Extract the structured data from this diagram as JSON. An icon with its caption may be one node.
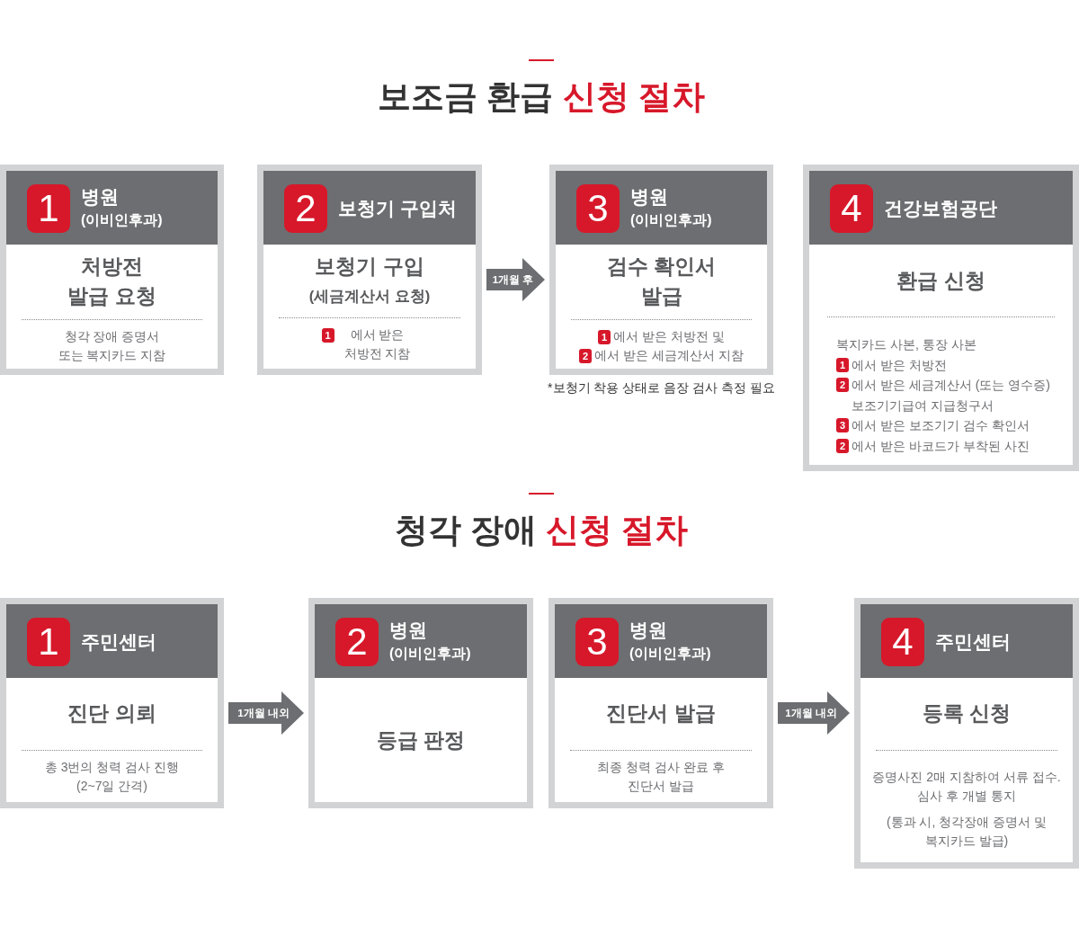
{
  "diagram": {
    "title": "보조금 환급 신청 절차",
    "nodes": [
      {
        "text": [
          "처방전 발급 요청",
          "청각 장애 증명서 또는 복지카드 지참"
        ]
      },
      {
        "text": [
          "병원",
          "(이비인후과)"
        ],
        "in": 0
      },
      {
        "text": [
          "1"
        ],
        "in": 1
      },
      {
        "text": [
          "보청기 구입",
          "(세금계산서 요청)",
          "에서 받은 처방전 지참"
        ]
      },
      {
        "text": [
          "보청기 구입처"
        ],
        "in": 3
      },
      {
        "text": [
          "2"
        ],
        "in": 4
      },
      {
        "text": [
          "1"
        ],
        "in": 3
      },
      {
        "text": [
          "검수 확인서 발급",
          "에서 받은 처방전 및",
          "에서 받은 세금계산서 지참"
        ],
        "beside": [
          "*보청기 착용 상태로 음장 검사 측정 필요"
        ]
      },
      {
        "text": [
          "병원",
          "(이비인후과)"
        ],
        "in": 7
      },
      {
        "text": [
          "3"
        ],
        "in": 8
      },
      {
        "text": [
          "1"
        ],
        "in": 7
      },
      {
        "text": [
          "2"
        ],
        "in": 7
      },
      {
        "text": [
          "환급 신청",
          "복지카드 사본, 통장 사본",
          "에서 받은 처방전",
          "에서 받은 세금계산서 (또는 영수증)",
          "보조기기급여 지급청구서",
          "에서 받은 보조기기 검수 확인서",
          "에서 받은 바코드가 부착된 사진"
        ]
      },
      {
        "text": [
          "건강보험공단"
        ],
        "in": 12
      },
      {
        "text": [
          "4"
        ],
        "in": 13
      },
      {
        "text": [
          "1"
        ],
        "in": 12
      },
      {
        "text": [
          "2"
        ],
        "in": 12
      },
      {
        "text": [
          "3"
        ],
        "in": 12
      },
      {
        "text": [
          "2"
        ],
        "in": 12
      },
      {
        "text": [
          "진단 의뢰",
          "총 3번의 청력 검사 진행 (2~7일 간격)"
        ]
      },
      {
        "text": [
          "주민센터"
        ],
        "in": 19
      },
      {
        "text": [
          "1"
        ],
        "in": 20
      },
      {
        "text": [
          "등급 판정"
        ]
      },
      {
        "text": [
          "병원",
          "(이비인후과)"
        ],
        "in": 22
      },
      {
        "text": [
          "2"
        ],
        "in": 23
      },
      {
        "text": [
          "진단서 발급",
          "최종 청력 검사 완료 후 진단서 발급"
        ]
      },
      {
        "text": [
          "병원",
          "(이비인후과)"
        ],
        "in": 25
      },
      {
        "text": [
          "3"
        ],
        "in": 26
      },
      {
        "text": [
          "등록 신청",
          "증명사진 2매 지참하여 서류 접수. 심사 후 개별 통지",
          "(통과 시, 청각장애 증명서 및 복지카드 발급)"
        ]
      },
      {
        "text": [
          "주민센터"
        ],
        "in": 28
      },
      {
        "text": [
          "4"
        ],
        "in": 29
      }
    ],
    "edges": [
      {
        "from": 3,
        "to": 7,
        "arrow": "to",
        "label": "1개월 후"
      },
      {
        "from": 19,
        "to": 22,
        "arrow": "to",
        "label": "1개월 내외"
      },
      {
        "from": 25,
        "to": 28,
        "arrow": "to",
        "label": "1개월 내외"
      }
    ],
    "labels": [
      "청각 장애 신청 절차"
    ]
  }
}
